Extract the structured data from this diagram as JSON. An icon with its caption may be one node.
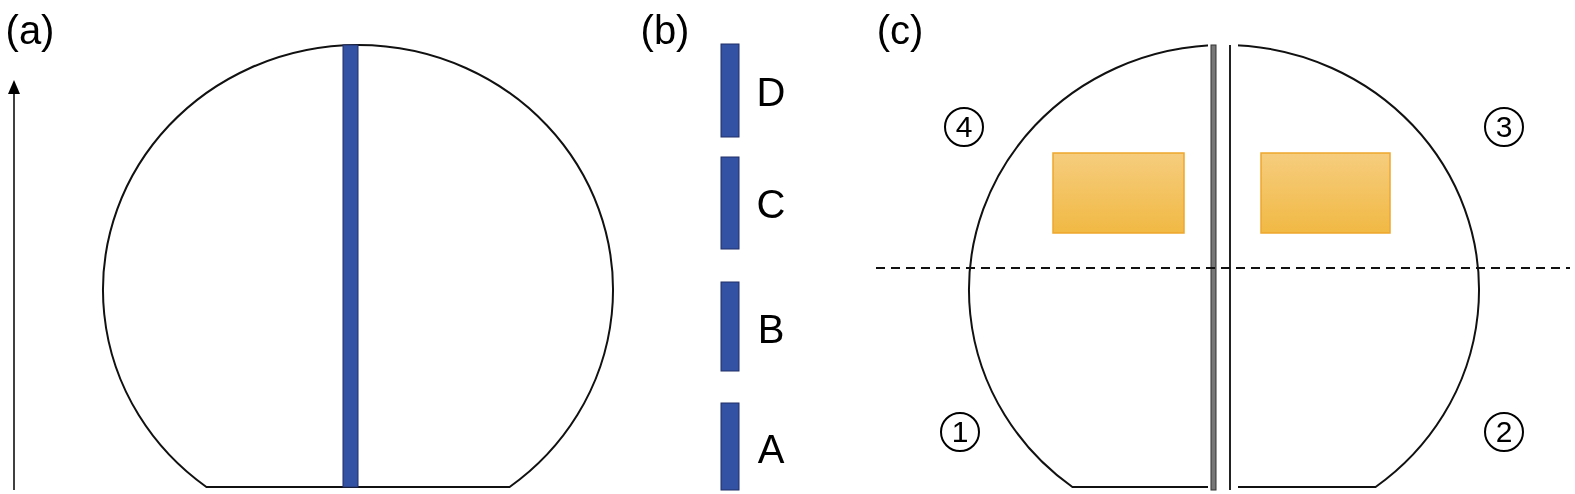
{
  "diagram": {
    "nodes": [
      {
        "text": [],
        "shape": "box"
      },
      {
        "text": [],
        "shape": "box"
      }
    ],
    "labels": [
      "(a)",
      "(b)",
      "(c)",
      "D",
      "4",
      "3",
      "C",
      "B",
      "A",
      "1",
      "2"
    ]
  }
}
